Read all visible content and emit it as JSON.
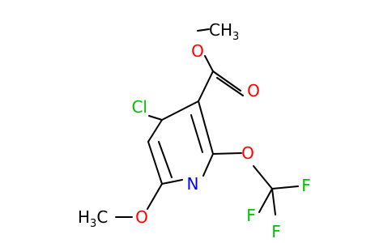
{
  "molecule": {
    "colors": {
      "bond": "#000000",
      "carbon": "#000000",
      "oxygen": "#ff0000",
      "nitrogen": "#0000ff",
      "chlorine": "#00c000",
      "fluorine": "#00c000"
    },
    "atoms": {
      "cl": "Cl",
      "n": "N",
      "o_carbonyl": "O",
      "o_ester": "O",
      "o_ocf3": "O",
      "o_methoxy": "O",
      "f1": "F",
      "f2": "F",
      "f3": "F",
      "ch3_top_main": "CH",
      "ch3_top_sub": "3",
      "h3c_main": "H",
      "h3c_sub": "3",
      "h3c_c": "C"
    }
  }
}
